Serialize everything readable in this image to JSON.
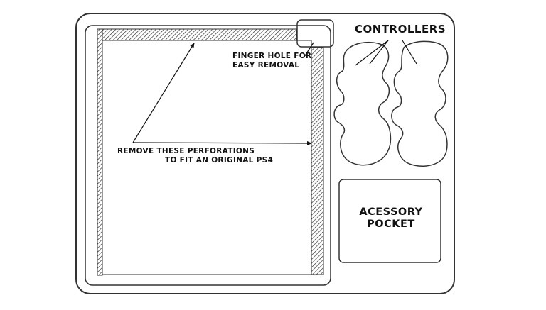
{
  "labels": {
    "finger_hole": [
      "FINGER HOLE FOR",
      "EASY REMOVAL"
    ],
    "perforations": [
      "REMOVE THESE PERFORATIONS",
      "TO FIT AN ORIGINAL PS4"
    ],
    "controllers": "CONTROLLERS",
    "accessory": [
      "ACESSORY",
      "POCKET"
    ]
  },
  "colors": {
    "stroke": "#333333",
    "text": "#111111",
    "background": "#ffffff"
  }
}
